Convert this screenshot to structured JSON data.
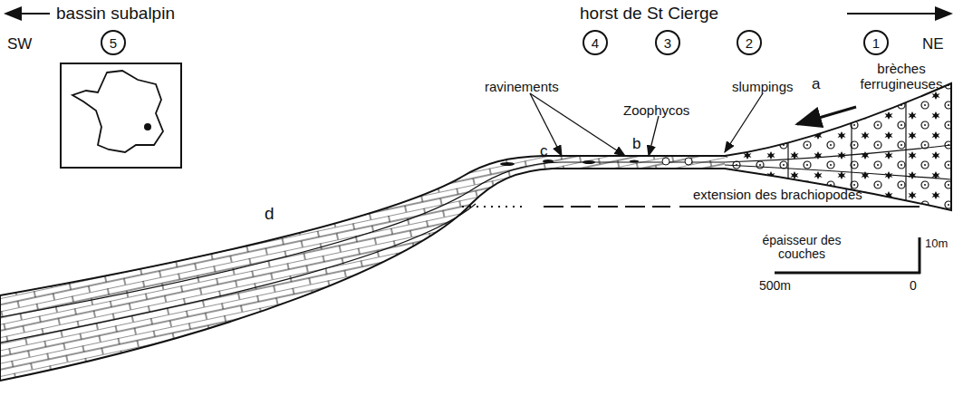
{
  "diagram": {
    "nodes": [
      {
        "text": [
          "5"
        ]
      },
      {
        "text": [
          "4"
        ]
      },
      {
        "text": [
          "3"
        ]
      },
      {
        "text": [
          "2"
        ]
      },
      {
        "text": [
          "1"
        ]
      }
    ],
    "labels": [
      "bassin subalpin",
      "horst de St Cierge",
      "SW",
      "NE",
      "brèches ferrugineuses",
      "ravinements",
      "slumpings",
      "Zoophycos",
      "a",
      "b",
      "c",
      "d",
      "extension des brachiopodes",
      "épaisseur des couches",
      "10m",
      "500m",
      "0"
    ]
  }
}
